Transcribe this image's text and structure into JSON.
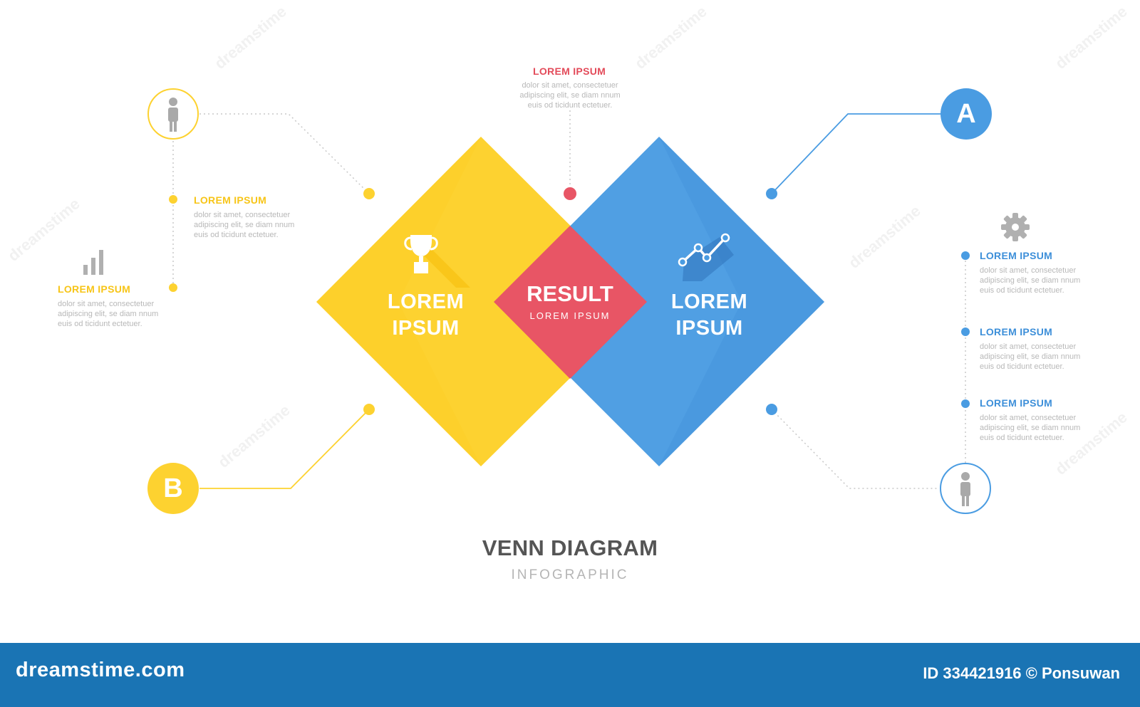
{
  "colors": {
    "yellow": "#fdd230",
    "blue": "#4a9ce2",
    "red": "#e85565",
    "dark_text": "#555555",
    "muted_text": "#b8b8b8",
    "footer_bg": "#1a74b4"
  },
  "title": "VENN DIAGRAM",
  "subtitle": "INFOGRAPHIC",
  "left_square": {
    "line1": "LOREM",
    "line2": "IPSUM",
    "icon": "trophy-icon"
  },
  "right_square": {
    "line1": "LOREM",
    "line2": "IPSUM",
    "icon": "line-chart-icon"
  },
  "center": {
    "title": "RESULT",
    "subtitle": "LOREM IPSUM"
  },
  "top_note": {
    "heading": "LOREM IPSUM",
    "body": "dolor sit amet, consectetuer adipiscing elit, se diam nnum euis od ticidunt ectetuer."
  },
  "left_notes": [
    {
      "heading": "LOREM IPSUM",
      "body": "dolor sit amet, consectetuer adipiscing elit, se diam nnum euis od ticidunt ectetuer."
    },
    {
      "heading": "LOREM IPSUM",
      "body": "dolor sit amet, consectetuer adipiscing elit, se diam nnum euis od ticidunt ectetuer."
    }
  ],
  "right_notes": [
    {
      "heading": "LOREM IPSUM",
      "body": "dolor sit amet, consectetuer adipiscing elit, se diam nnum euis od ticidunt ectetuer."
    },
    {
      "heading": "LOREM IPSUM",
      "body": "dolor sit amet, consectetuer adipiscing elit, se diam nnum euis od ticidunt ectetuer."
    },
    {
      "heading": "LOREM IPSUM",
      "body": "dolor sit amet, consectetuer adipiscing elit, se diam nnum euis od ticidunt ectetuer."
    }
  ],
  "badges": {
    "a": "A",
    "b": "B"
  },
  "icons": [
    "person-icon",
    "bar-chart-icon",
    "gear-icon",
    "trophy-icon",
    "line-chart-icon"
  ],
  "footer": {
    "logo": "dreamstime.com",
    "id_text": "ID 334421916 © Ponsuwan"
  },
  "watermark": "dreamstime"
}
